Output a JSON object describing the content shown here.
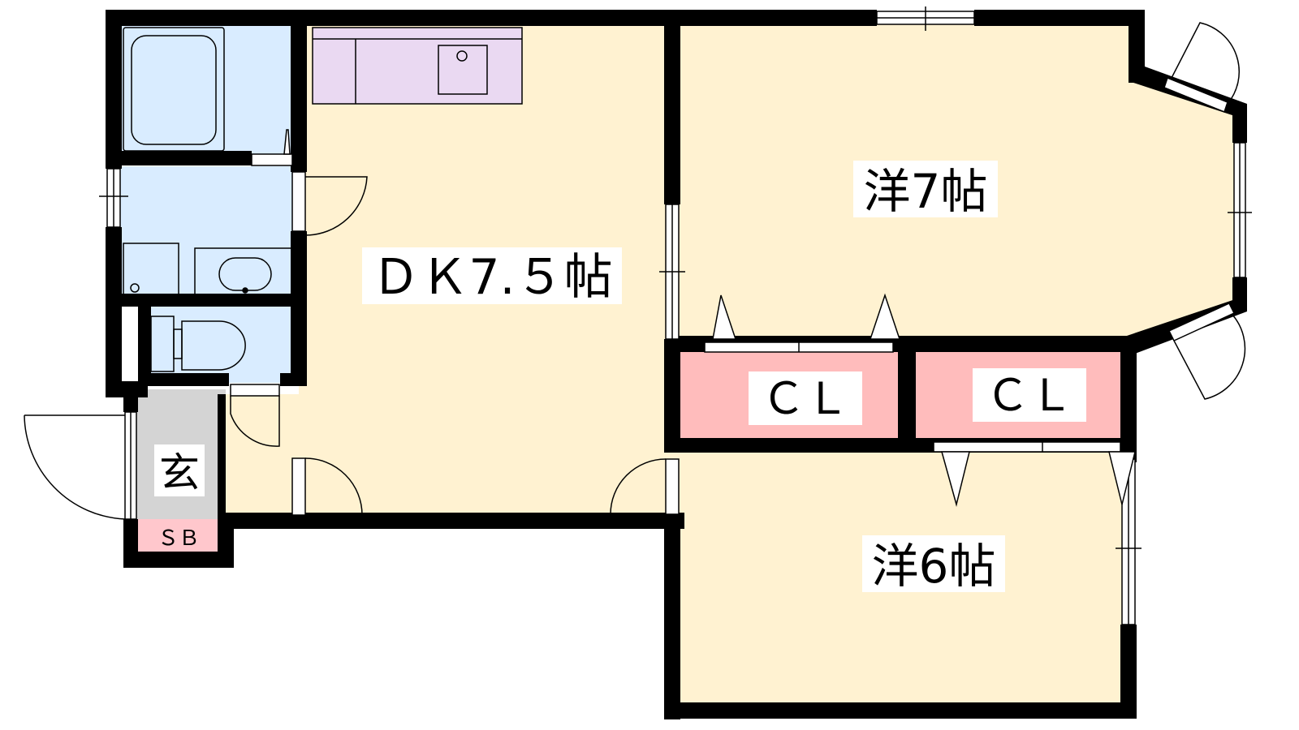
{
  "colors": {
    "room": "#fff2d1",
    "wet": "#d9ecff",
    "kitchen": "#ead9f2",
    "closet": "#ffbcbc",
    "entrance": "#d4d4d4",
    "shoebox": "#ffc7cc",
    "wall": "#000000"
  },
  "rooms": {
    "dk": "ＤＫ7.５帖",
    "western7": "洋7帖",
    "western6": "洋6帖",
    "closet_left": "ＣＬ",
    "closet_right": "ＣＬ",
    "entrance": "玄",
    "shoe_box": "ＳＢ"
  }
}
